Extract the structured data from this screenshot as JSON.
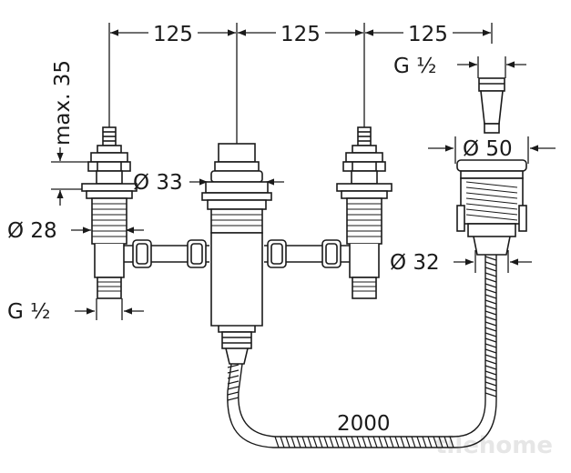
{
  "dimensions": {
    "spacing_1": "125",
    "spacing_2": "125",
    "spacing_3": "125",
    "max_35": "max. 35",
    "dia_33": "Ø 33",
    "dia_28": "Ø 28",
    "dia_50": "Ø 50",
    "dia_32": "Ø 32",
    "thread_left": "G ½",
    "thread_right": "G ½",
    "hose_length": "2000"
  },
  "watermark": "tilehome",
  "colors": {
    "line": "#1a1a1a",
    "watermark": "#e6e6e6"
  }
}
